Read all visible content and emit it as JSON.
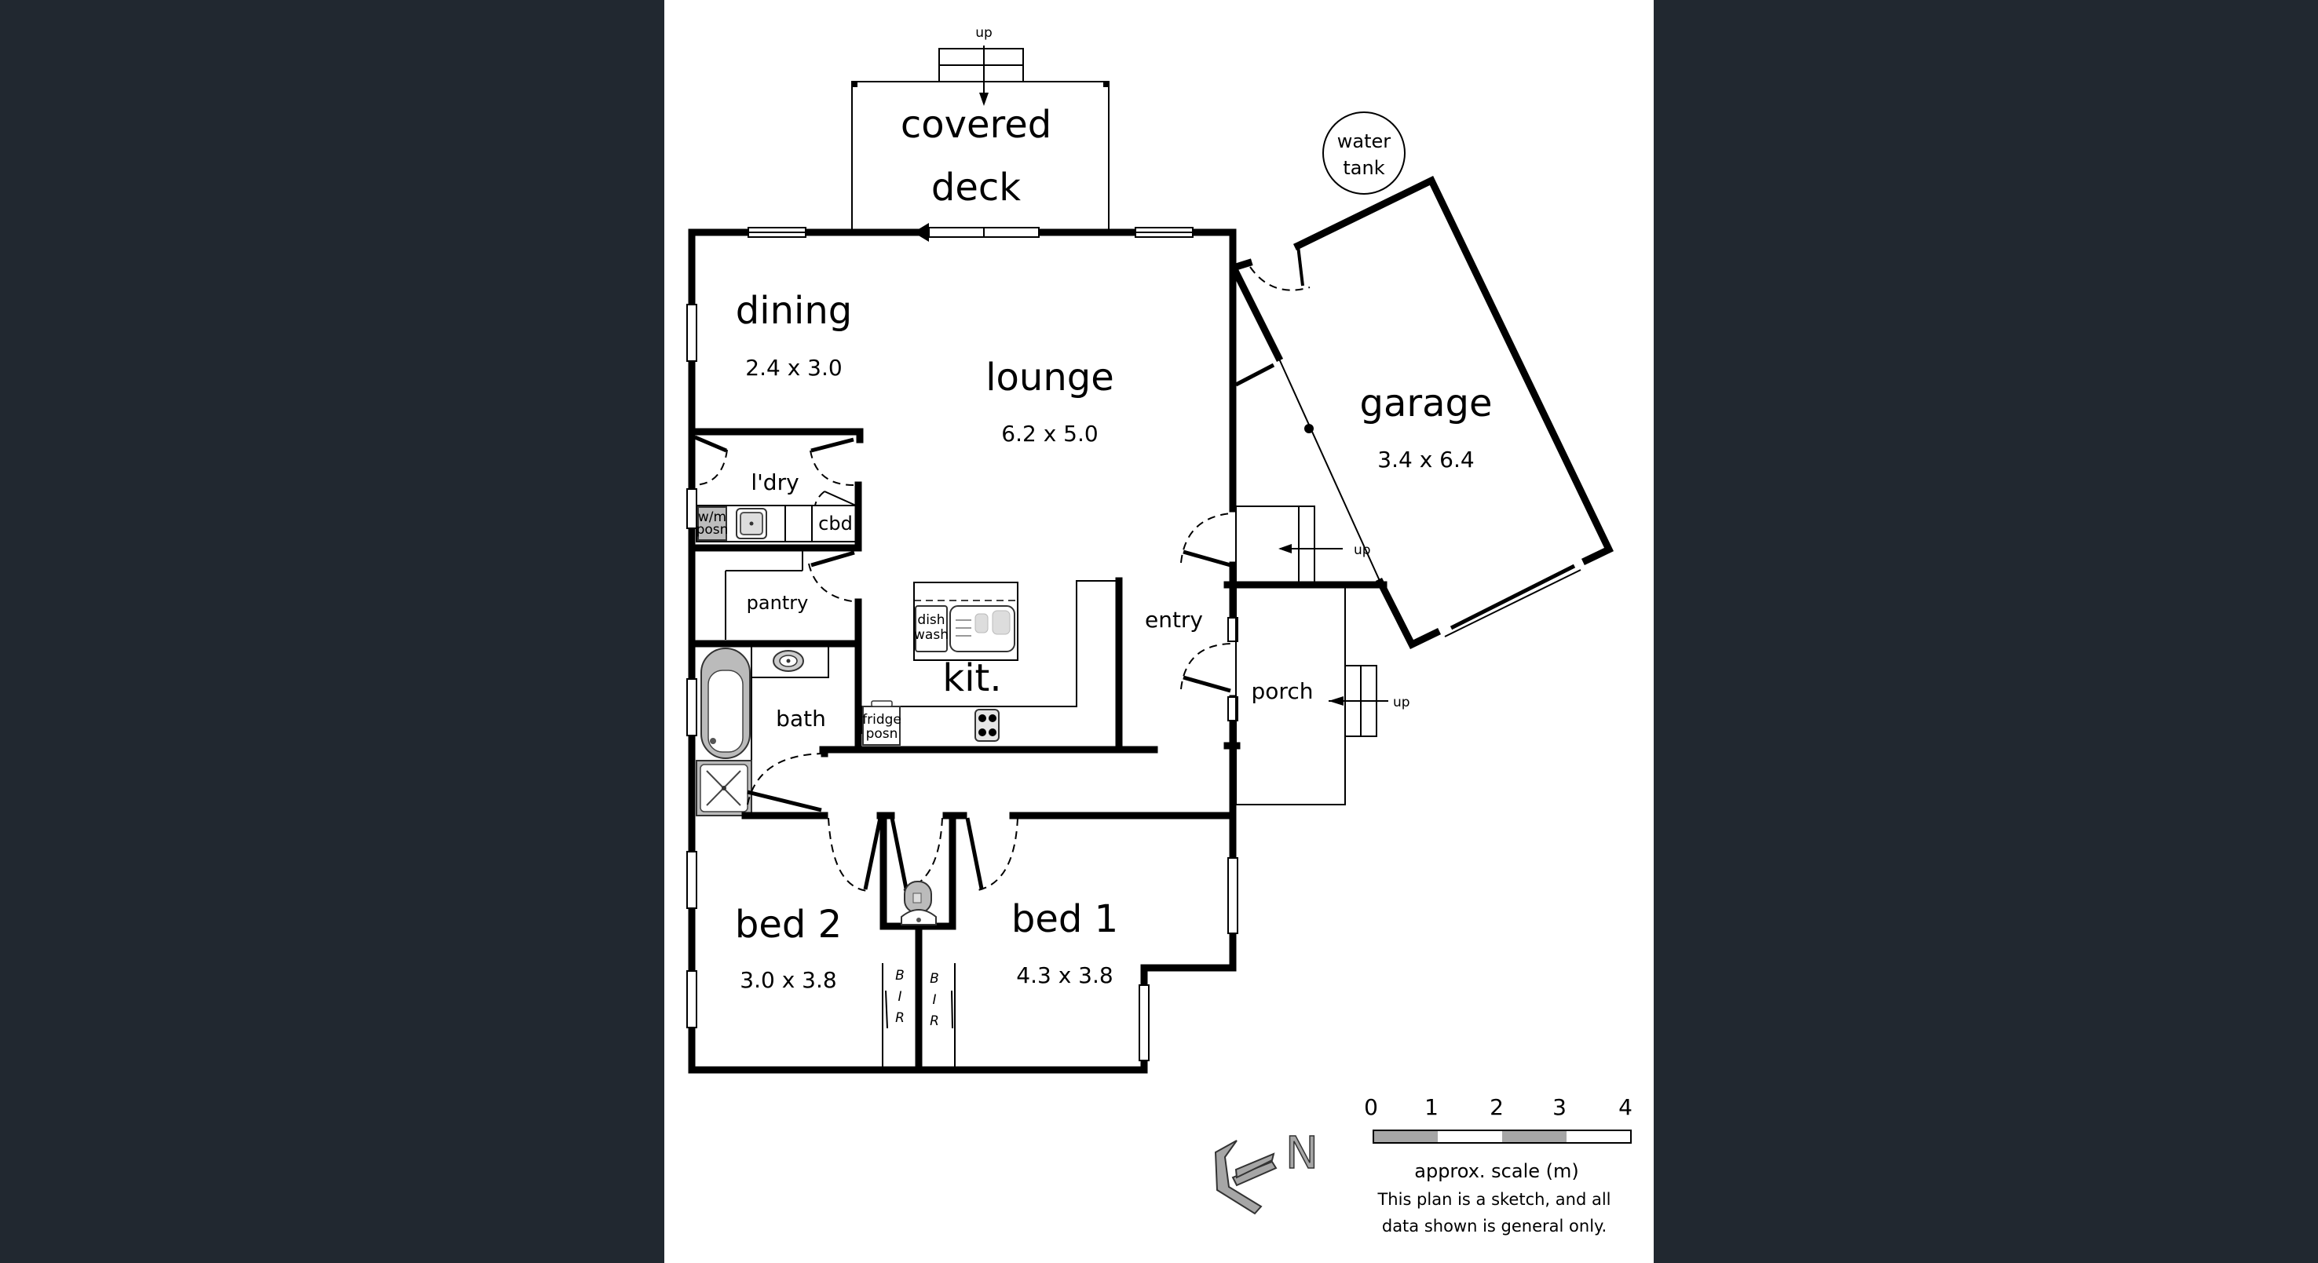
{
  "plan": {
    "rooms": [
      {
        "id": "covered_deck",
        "name_line1": "covered",
        "name_line2": "deck"
      },
      {
        "id": "dining",
        "name": "dining",
        "dims": "2.4 x 3.0"
      },
      {
        "id": "lounge",
        "name": "lounge",
        "dims": "6.2 x 5.0"
      },
      {
        "id": "garage",
        "name": "garage",
        "dims": "3.4 x 6.4"
      },
      {
        "id": "laundry",
        "name": "l'dry"
      },
      {
        "id": "pantry",
        "name": "pantry"
      },
      {
        "id": "kitchen",
        "name": "kit."
      },
      {
        "id": "bath",
        "name": "bath"
      },
      {
        "id": "entry",
        "name": "entry"
      },
      {
        "id": "porch",
        "name": "porch"
      },
      {
        "id": "bed2",
        "name": "bed 2",
        "dims": "3.0 x 3.8"
      },
      {
        "id": "bed1",
        "name": "bed 1",
        "dims": "4.3 x 3.8"
      }
    ],
    "fixtures": {
      "water_tank_line1": "water",
      "water_tank_line2": "tank",
      "wm_line1": "w/m",
      "wm_line2": "posn",
      "cbd": "cbd",
      "dishwash_line1": "dish",
      "dishwash_line2": "wash",
      "fridge_line1": "fridge",
      "fridge_line2": "posn",
      "bir_b": "B",
      "bir_i": "I",
      "bir_r": "R"
    },
    "stairs": {
      "deck_up": "up",
      "garage_up": "up",
      "porch_up": "up"
    }
  },
  "legend": {
    "scale_ticks": [
      "0",
      "1",
      "2",
      "3",
      "4"
    ],
    "scale_caption": "approx. scale (m)",
    "disclaimer_line1": "This plan is a sketch, and all",
    "disclaimer_line2": "data shown is general only.",
    "compass_label": "N",
    "colors": {
      "scale_dark": "#a6a6a6",
      "scale_light": "#ffffff",
      "compass_fill": "#a6a6a6"
    }
  },
  "page": {
    "background": "#212830",
    "panel": "#ffffff"
  }
}
